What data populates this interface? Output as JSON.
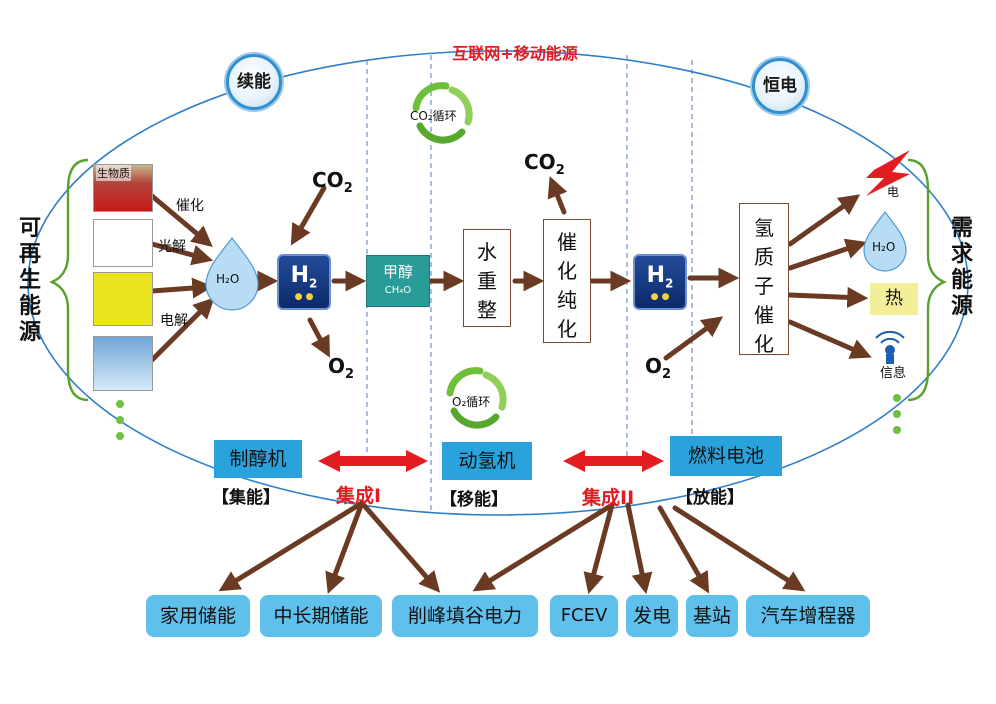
{
  "header": {
    "title": "互联网+移动能源"
  },
  "badges": {
    "left": "续能",
    "right": "恒电"
  },
  "side_labels": {
    "left": "可再生能源",
    "right": "需求能源"
  },
  "sources": {
    "biomass": "生物质"
  },
  "process_labels": {
    "catalysis": "催化",
    "photolysis": "光解",
    "electrolysis": "电解"
  },
  "chemicals": {
    "water": "H₂O",
    "hydrogen": "H",
    "hydrogen_sub": "2",
    "co2": "CO",
    "co2_sub": "2",
    "o2": "O",
    "o2_sub": "2"
  },
  "methanol": {
    "name": "甲醇",
    "formula": "CH₄O"
  },
  "cycles": {
    "co2": "CO₂循环",
    "o2": "O₂循环"
  },
  "boxes": {
    "reforming": [
      "水",
      "重",
      "整"
    ],
    "purification": [
      "催",
      "化",
      "纯",
      "化"
    ],
    "pem": [
      "氢",
      "质",
      "子",
      "催",
      "化"
    ]
  },
  "outputs": {
    "electricity": "电",
    "water": "H₂O",
    "heat": "热",
    "info": "信息"
  },
  "machines": {
    "alcohol_maker": "制醇机",
    "hydrogen_engine": "动氢机",
    "fuel_cell": "燃料电池"
  },
  "roles": {
    "collect": "【集能】",
    "mobile": "【移能】",
    "release": "【放能】"
  },
  "integration": {
    "one": "集成I",
    "two": "集成II"
  },
  "applications": [
    "家用储能",
    "中长期储能",
    "削峰填谷电力",
    "FCEV",
    "发电",
    "基站",
    "汽车增程器"
  ],
  "colors": {
    "arrow_brown": "#6b3a22",
    "accent_red": "#e31b23",
    "machine_blue": "#2aa3dd",
    "app_blue": "#5fc0eb",
    "methanol_teal": "#2a9c97",
    "h2_navy": "#142f78",
    "bracket_green": "#5aa02c",
    "ellipse_blue": "#2f7fc8"
  }
}
